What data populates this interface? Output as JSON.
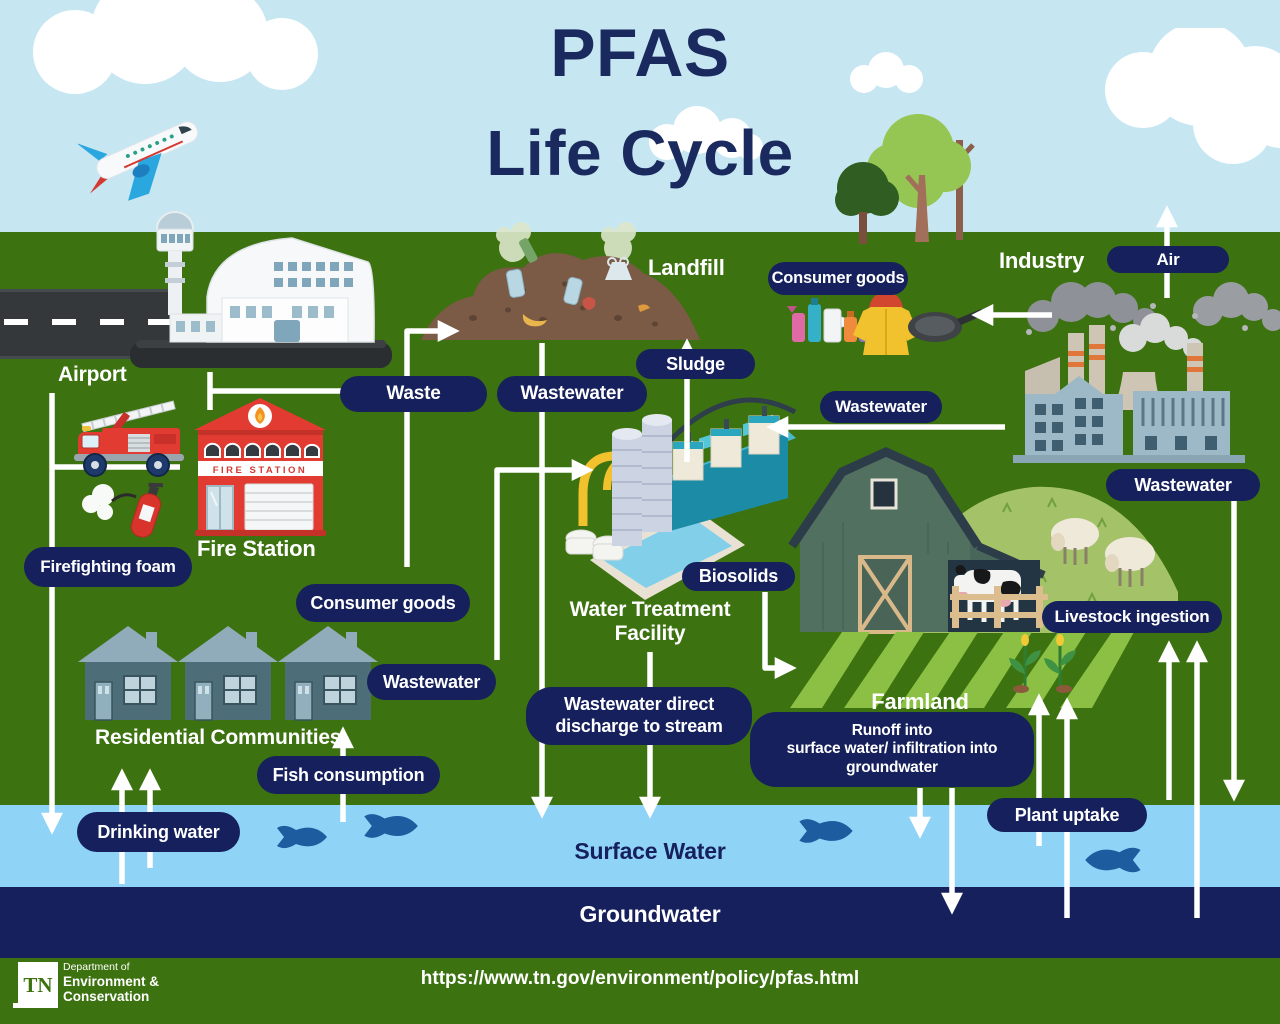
{
  "title": {
    "line1": "PFAS",
    "line2": "Life Cycle"
  },
  "scene_labels": {
    "airport": "Airport",
    "fire_station": "Fire Station",
    "fire_station_sign": "FIRE STATION",
    "landfill": "Landfill",
    "industry": "Industry",
    "residential": "Residential Communities",
    "water_treatment_l1": "Water Treatment",
    "water_treatment_l2": "Facility",
    "farmland": "Farmland",
    "surface_water": "Surface Water",
    "groundwater": "Groundwater"
  },
  "pills": {
    "consumer_goods_industry": "Consumer goods",
    "air": "Air",
    "waste": "Waste",
    "wastewater_landfill": "Wastewater",
    "sludge": "Sludge",
    "wastewater_to_treatment": "Wastewater",
    "wastewater_industry": "Wastewater",
    "firefighting_foam": "Firefighting foam",
    "consumer_goods_residential": "Consumer goods",
    "wastewater_residential": "Wastewater",
    "biosolids": "Biosolids",
    "livestock_ingestion": "Livestock ingestion",
    "wastewater_direct_l1": "Wastewater direct",
    "wastewater_direct_l2": "discharge to stream",
    "runoff_l1": "Runoff into",
    "runoff_l2": "surface water/ infiltration into",
    "runoff_l3": "groundwater",
    "fish_consumption": "Fish consumption",
    "drinking_water": "Drinking water",
    "plant_uptake": "Plant uptake"
  },
  "footer": {
    "tn": "TN",
    "dept_l1": "Department of",
    "dept_l2": "Environment &",
    "dept_l3": "Conservation",
    "url": "https://www.tn.gov/environment/policy/pfas.html"
  },
  "colors": {
    "sky": "#c6e7f2",
    "grass": "#3d7210",
    "navy_pill": "#15205c",
    "title_navy": "#1b2a5e",
    "surface_water": "#8fd3f7",
    "groundwater": "#15205c",
    "arrow": "#ffffff",
    "fish": "#1d5c9f"
  }
}
